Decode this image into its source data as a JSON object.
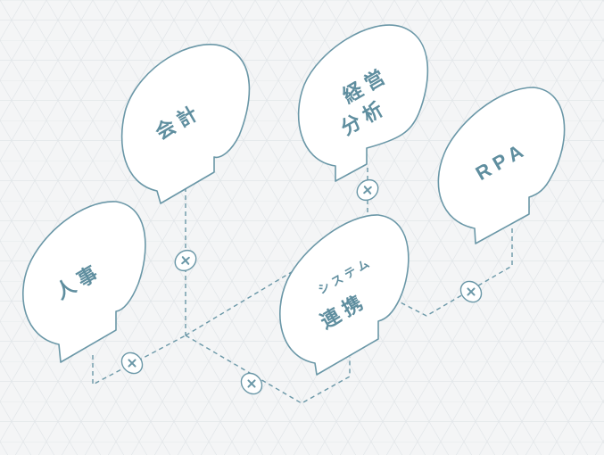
{
  "colors": {
    "stroke": "#6a97a7",
    "text": "#5f8e9f",
    "background": "#f4f5f6"
  },
  "nodes": {
    "jinji": {
      "label": "人事"
    },
    "kaikei": {
      "label": "会計"
    },
    "keiei": {
      "label_line1": "経営",
      "label_line2": "分析"
    },
    "rpa": {
      "label": "RPA"
    },
    "system": {
      "label_line1": "システム",
      "label_line2": "連携"
    }
  },
  "connectors": {
    "icon": "plus-icon"
  }
}
